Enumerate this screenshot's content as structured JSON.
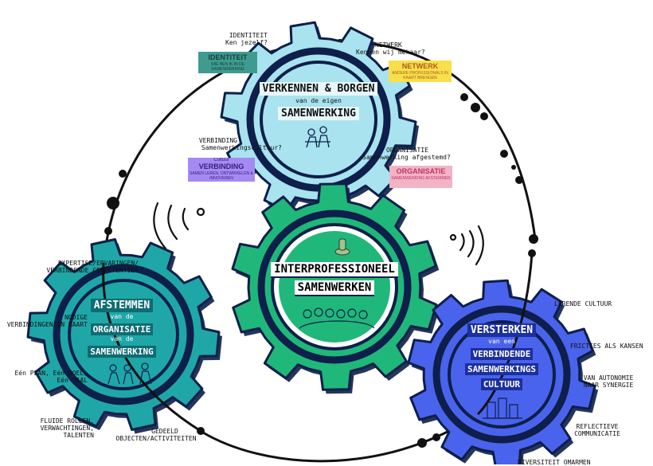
{
  "colors": {
    "navy": "#0d1f4a",
    "top_gear": "#a8e3ef",
    "center_gear": "#1fb87a",
    "left_gear": "#1fa7a8",
    "right_gear": "#4a63ec",
    "identiteit_note": "#3f9b90",
    "netwerk_note": "#f7e04a",
    "verbinding_note": "#a48af2",
    "organisatie_note": "#f2b3c4"
  },
  "center": {
    "title_line1": "INTERPROFESSIONEEL",
    "title_line2": "SAMENWERKEN"
  },
  "top": {
    "title": "VERKENNEN & BORGEN",
    "sub": "van de eigen",
    "title2": "SAMENWERKING",
    "q_identiteit_1": "IDENTITEIT",
    "q_identiteit_2": "Ken jezelf?",
    "q_netwerk_1": "NETWERK",
    "q_netwerk_2": "Kennen wij mekaar?",
    "q_verbinding_1": "VERBINDING",
    "q_verbinding_2": "Samenwerkingscultuur?",
    "q_organisatie_1": "ORGANISATIE",
    "q_organisatie_2": "Samenwerking afgestemd?",
    "note_identiteit_h": "IDENTITEIT",
    "note_identiteit_b": "WIE BEN IK IN DE SAMENWERKING",
    "note_netwerk_h": "NETWERK",
    "note_netwerk_b": "ANDERE PROFESSIONALS IN KAART BRENGEN",
    "note_verbinding_top": "Cultuur",
    "note_verbinding_h": "VERBINDING",
    "note_verbinding_b": "SAMEN LEREN, ONTWIKKELEN & INNOVEREN",
    "note_organisatie_h": "ORGANISATIE",
    "note_organisatie_b": "SAMENWERKING AFSTEMMEN"
  },
  "left": {
    "title": "AFSTEMMEN",
    "sub1": "van de",
    "title2": "ORGANISATIE",
    "sub2": "van de",
    "title3": "SAMENWERKING",
    "l1a": "EXPERTISE/ERVARINGEN/",
    "l1b": "VERBINDENDE COMPETENTIES",
    "l2a": "NODIGE",
    "l2b": "VERBINDINGEN IN KAART",
    "l3a": "Eén PLAN, Eén DOEL,",
    "l3b": "Eén TAAL",
    "l4a": "FLUIDE ROLLEN,",
    "l4b": "VERWACHTINGEN,",
    "l4c": "TALENTEN",
    "l5a": "GEDEELD",
    "l5b": "OBJECTEN/ACTIVITEITEN"
  },
  "right": {
    "title": "VERSTERKEN",
    "sub": "van een",
    "t1": "VERBINDENDE",
    "t2": "SAMENWERKINGS",
    "t3": "CULTUUR",
    "r1": "LERENDE CULTUUR",
    "r2": "FRICTIES ALS KANSEN",
    "r3a": "VAN AUTONOMIE",
    "r3b": "NAAR SYNERGIE",
    "r4a": "REFLECTIEVE",
    "r4b": "COMMUNICATIE",
    "r5": "DIVERSITEIT OMARMEN"
  }
}
